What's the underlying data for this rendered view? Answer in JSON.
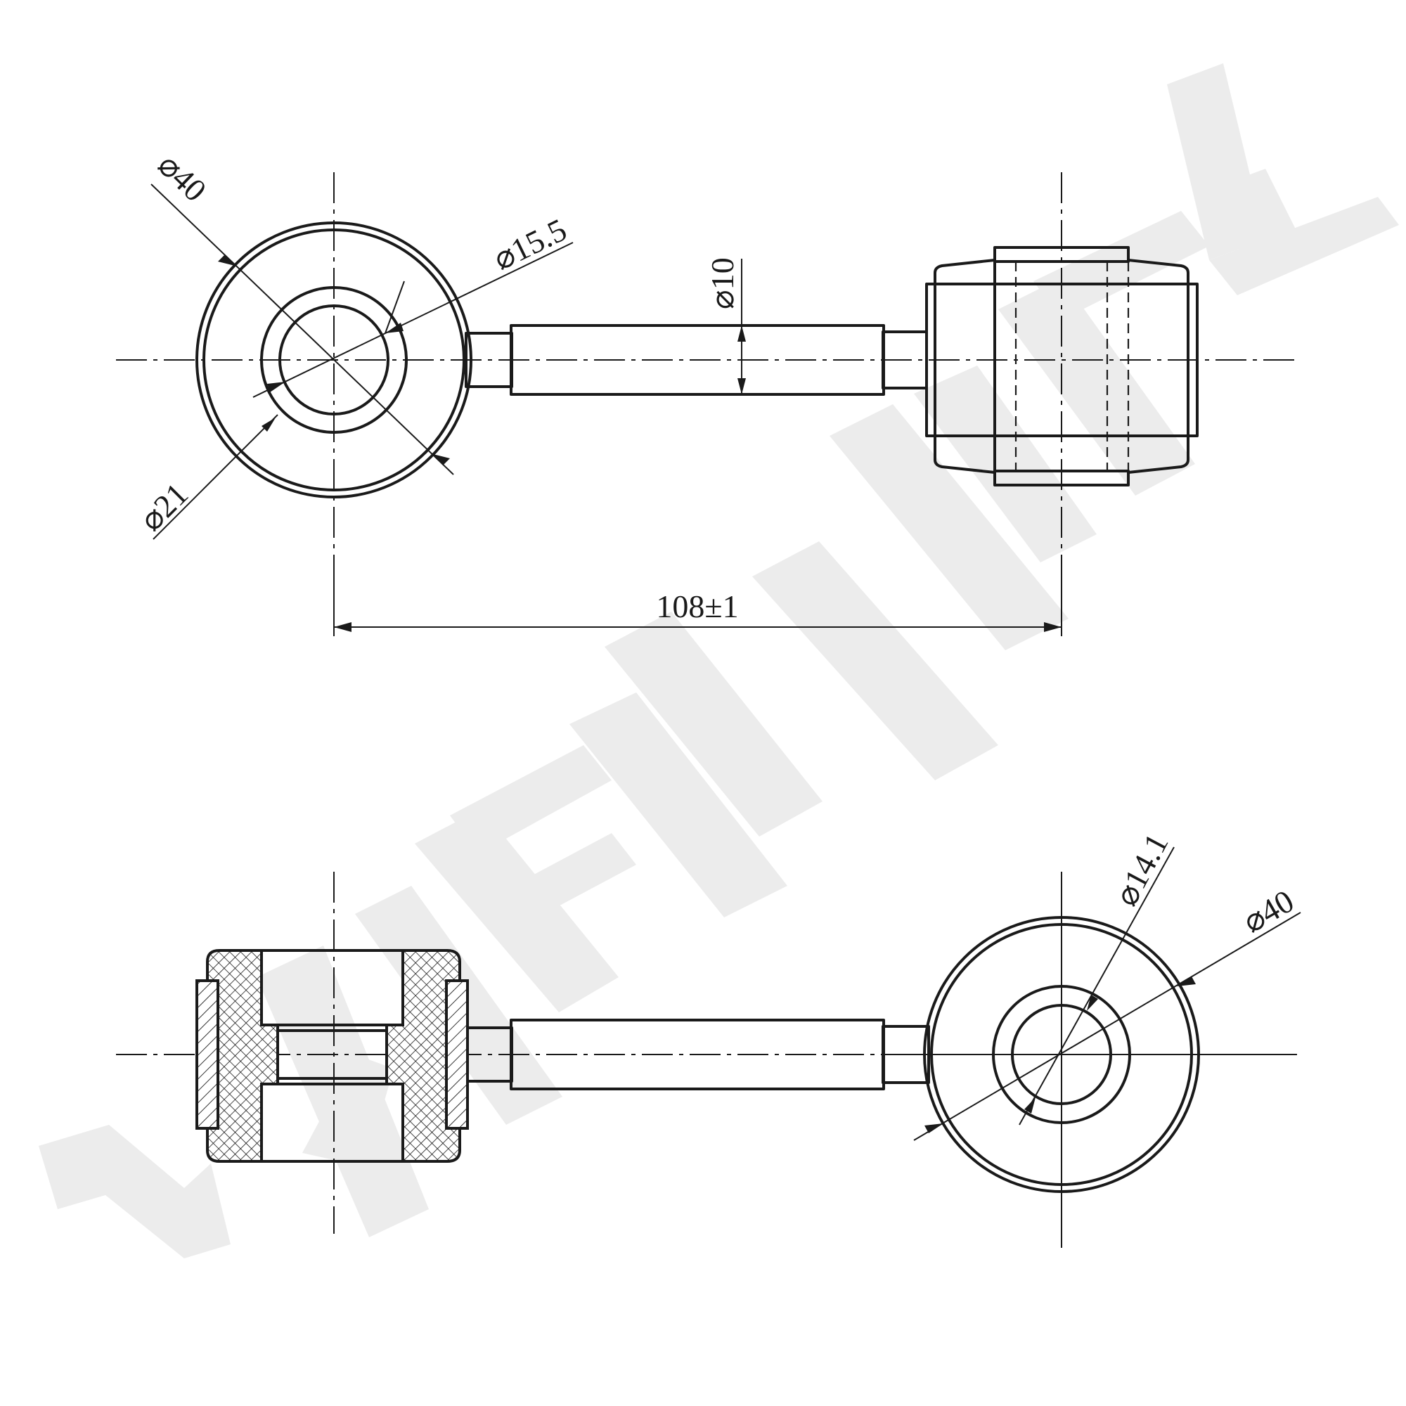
{
  "watermark": {
    "text": "XENMEK",
    "color": "#ececec"
  },
  "line_color": "#1a1a1a",
  "top_view": {
    "dims": {
      "outer_dia": "⌀40",
      "inner_dia": "⌀15.5",
      "boss_dia": "⌀21",
      "rod_dia": "⌀10",
      "length": "108±1"
    }
  },
  "bottom_view": {
    "dims": {
      "inner_dia": "⌀14.1",
      "outer_dia": "⌀40"
    }
  }
}
